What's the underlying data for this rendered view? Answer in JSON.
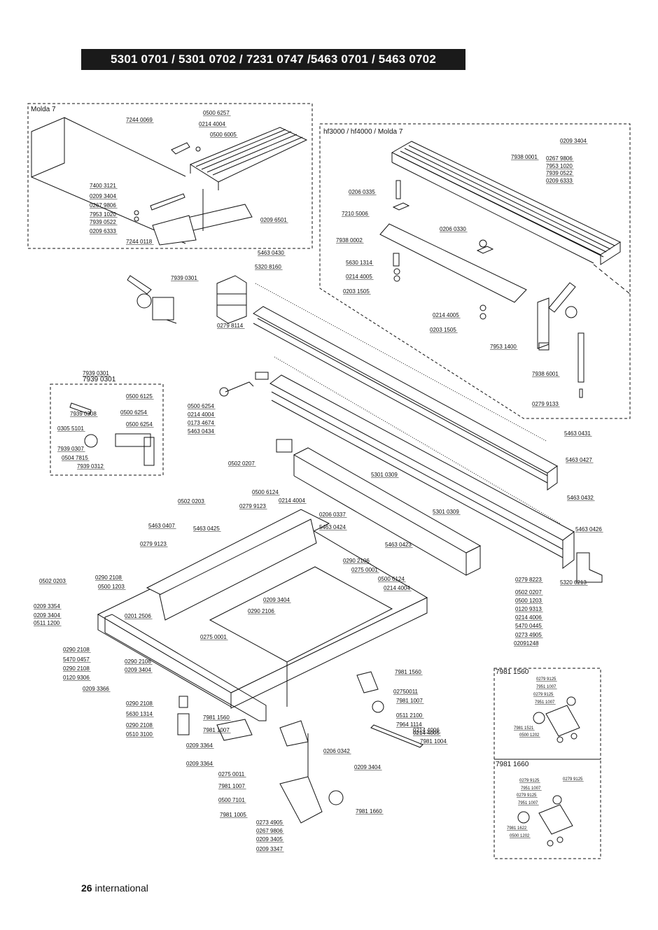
{
  "title": "5301 0701 / 5301 0702 / 7231 0747 /5463 0701 / 5463 0702",
  "footer": {
    "page": "26",
    "section": "international"
  },
  "boxes": [
    {
      "key": "molda",
      "label": "Molda 7"
    },
    {
      "key": "hf",
      "label": "hf3000 / hf4000 / Molda 7"
    },
    {
      "key": "lock",
      "label": "7939 0301"
    },
    {
      "key": "w1560",
      "label": "7981 1560"
    },
    {
      "key": "w1660",
      "label": "7981 1660"
    }
  ],
  "parts": [
    "7244 0069",
    "0500 6257",
    "0214 4004",
    "0500 6005",
    "7400 3121",
    "0209 3404",
    "0267 9806",
    "7953 1020",
    "7939 0522",
    "0209 6333",
    "0209 6501",
    "7244 0118",
    "0209 3404",
    "0267 9806",
    "7953 1020",
    "7939 0522",
    "0209 6333",
    "7938 0001",
    "0206 0335",
    "7210 5006",
    "0206 0330",
    "7938 0002",
    "5630 1314",
    "0214 4005",
    "0203 1505",
    "0214 4005",
    "0203 1505",
    "7953 1400",
    "7938 6001",
    "0279 9133",
    "5463 0430",
    "5320 8160",
    "7939 0301",
    "0279 8114",
    "7939 0301",
    "0500 6125",
    "7939 0308",
    "0500 6254",
    "0305 5101",
    "0500 6254",
    "7939 0307",
    "0504 7815",
    "7939 0312",
    "0500 6254",
    "0214 4004",
    "0173 4674",
    "5463 0434",
    "5463 0431",
    "0502 0207",
    "5463 0427",
    "5301 0309",
    "0500 6124",
    "0214 4004",
    "5463 0432",
    "0502 0203",
    "0279 9123",
    "0206 0337",
    "5463 0424",
    "5301 0309",
    "5463 0407",
    "5463 0425",
    "5463 0426",
    "0279 9123",
    "5463 0423",
    "0290 2106",
    "0275 0001",
    "0500 6124",
    "0214 4004",
    "0279 8223",
    "5320 6213",
    "0502 0207",
    "0500 1203",
    "0120 9313",
    "0214 4006",
    "5470 0445",
    "0273 4905",
    "02091248",
    "0502 0203",
    "0290 2108",
    "0500 1203",
    "0209 3354",
    "0209 3404",
    "0511 1200",
    "0201 2506",
    "0209 3404",
    "0290 2106",
    "0275 0001",
    "0290 2108",
    "5470 0457",
    "0290 2108",
    "0120 9306",
    "0209 3366",
    "0290 2106",
    "0209 3404",
    "7981 1560",
    "02750011",
    "7981 1007",
    "0290 2108",
    "5630 1314",
    "0290 2108",
    "0510 3100",
    "7981 1560",
    "7981 1007",
    "0511 2100",
    "7964 1114",
    "0214 4005",
    "0214 4006",
    "7981 1004",
    "0209 3364",
    "0209 3364",
    "0206 0342",
    "0275 0011",
    "7981 1007",
    "0209 3404",
    "0500 7101",
    "7981 1660",
    "7981 1005",
    "0273 4905",
    "0267 9806",
    "0209 3405",
    "0209 3347"
  ],
  "detail_parts": [
    "0279 9125",
    "7951 1007",
    "0279 9125",
    "7951 1007",
    "7981 1521",
    "0500 1202",
    "0279 9125",
    "0279 9125",
    "7951 1007",
    "0279 9125",
    "7951 1007",
    "7981 1622",
    "0500 1202"
  ]
}
